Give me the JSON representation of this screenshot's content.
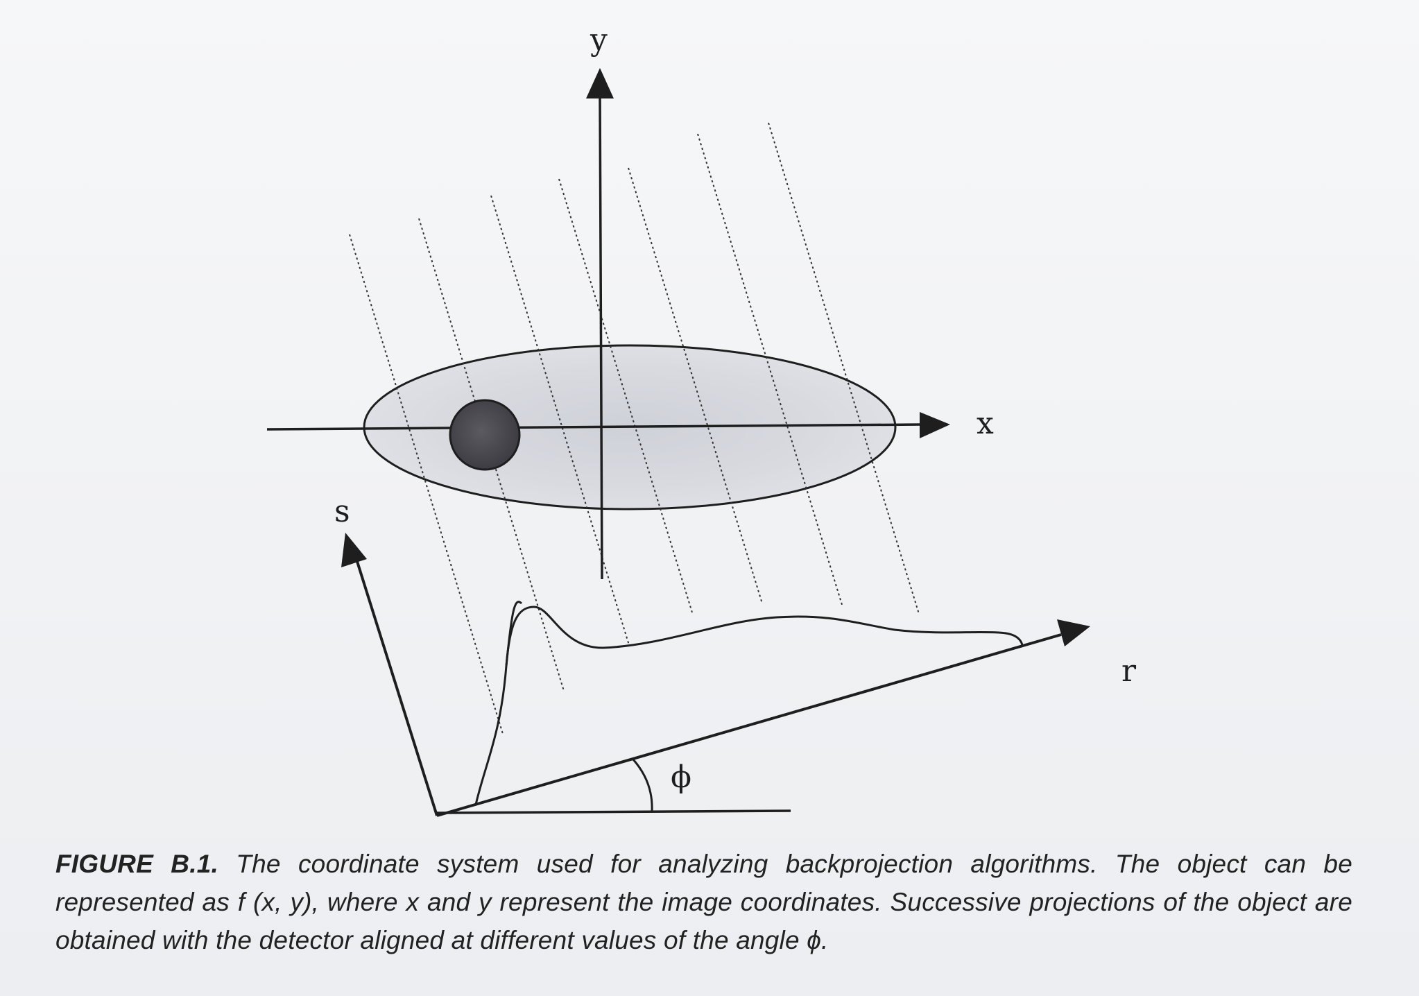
{
  "diagram": {
    "labels": {
      "x_axis": "x",
      "y_axis": "y",
      "s_axis": "s",
      "r_axis": "r",
      "angle": "ϕ"
    },
    "colors": {
      "ink": "#1e1e1e",
      "ellipse_fill": "#d5d7dd",
      "disk_fill": "#4a4a4f",
      "background": "#f3f4f6"
    }
  },
  "caption": {
    "label": "FIGURE B.1.",
    "text": "The coordinate system used for analyzing backprojection algorithms. The object can be represented as  f (x, y), where x and y represent the image coordinates. Successive projections of the object are obtained with the detector aligned at different values of the angle ϕ."
  }
}
